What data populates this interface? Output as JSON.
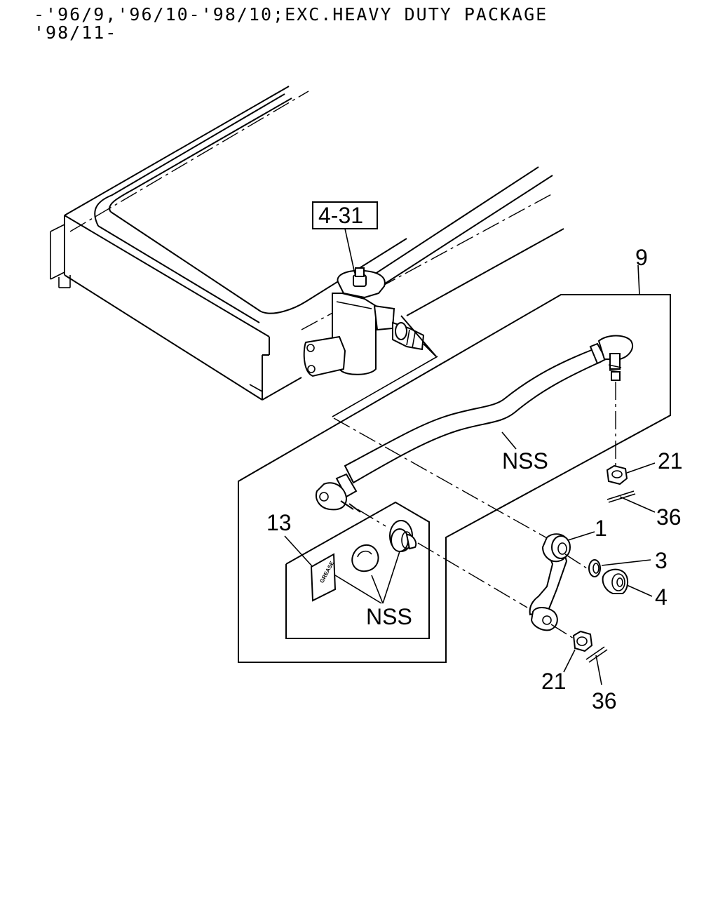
{
  "header": {
    "line1": "-'96/9,'96/10-'98/10;EXC.HEAVY DUTY PACKAGE",
    "line2": "'98/11-"
  },
  "callouts": {
    "ref_box": "4-31",
    "c9": "9",
    "nss_bar": "NSS",
    "c21_top": "21",
    "c36_top": "36",
    "c13": "13",
    "c1": "1",
    "c3": "3",
    "c4": "4",
    "nss_kit": "NSS",
    "c21_bottom": "21",
    "c36_bottom": "36",
    "grease_label": "GREASE"
  }
}
